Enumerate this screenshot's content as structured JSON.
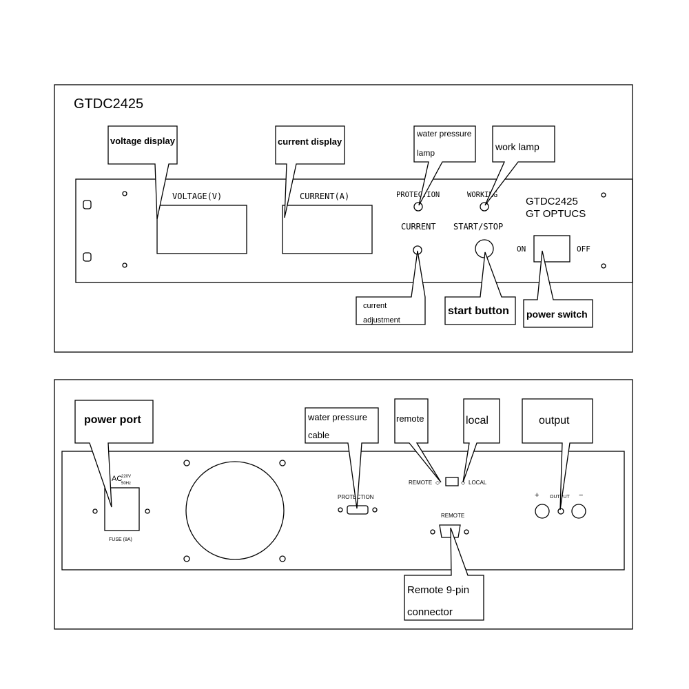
{
  "front": {
    "title": "GTDC2425",
    "voltage_label": "VOLTAGE(V)",
    "current_label": "CURRENT(A)",
    "protection_label": "PROTECTION",
    "working_label": "WORKING",
    "current_knob_label": "CURRENT",
    "start_stop_label": "START/STOP",
    "model": "GTDC2425",
    "brand": "GT OPTUCS",
    "on_label": "ON",
    "off_label": "OFF",
    "callouts": {
      "voltage_display": "voltage display",
      "current_display": "current display",
      "water_pressure_lamp_1": "water pressure",
      "water_pressure_lamp_2": "lamp",
      "work_lamp": "work lamp",
      "current_adjustment_1": "current",
      "current_adjustment_2": "adjustment",
      "start_button": "start button",
      "power_switch": "power switch"
    }
  },
  "rear": {
    "ac_label": "AC",
    "ac_voltage": "220V",
    "ac_freq": "50Hz",
    "fuse_label": "FUSE (8A)",
    "protection_label": "PROTECTION",
    "remote_local_left": "REMOTE",
    "remote_local_right": "LOCAL",
    "remote_connector_label": "REMOTE",
    "output_label": "OUTPUT",
    "plus": "+",
    "minus": "−",
    "callouts": {
      "power_port": "power port",
      "water_pressure_cable_1": "water pressure",
      "water_pressure_cable_2": "cable",
      "remote": "remote",
      "local": "local",
      "output": "output",
      "remote_connector_1": "Remote 9-pin",
      "remote_connector_2": "connector"
    }
  }
}
